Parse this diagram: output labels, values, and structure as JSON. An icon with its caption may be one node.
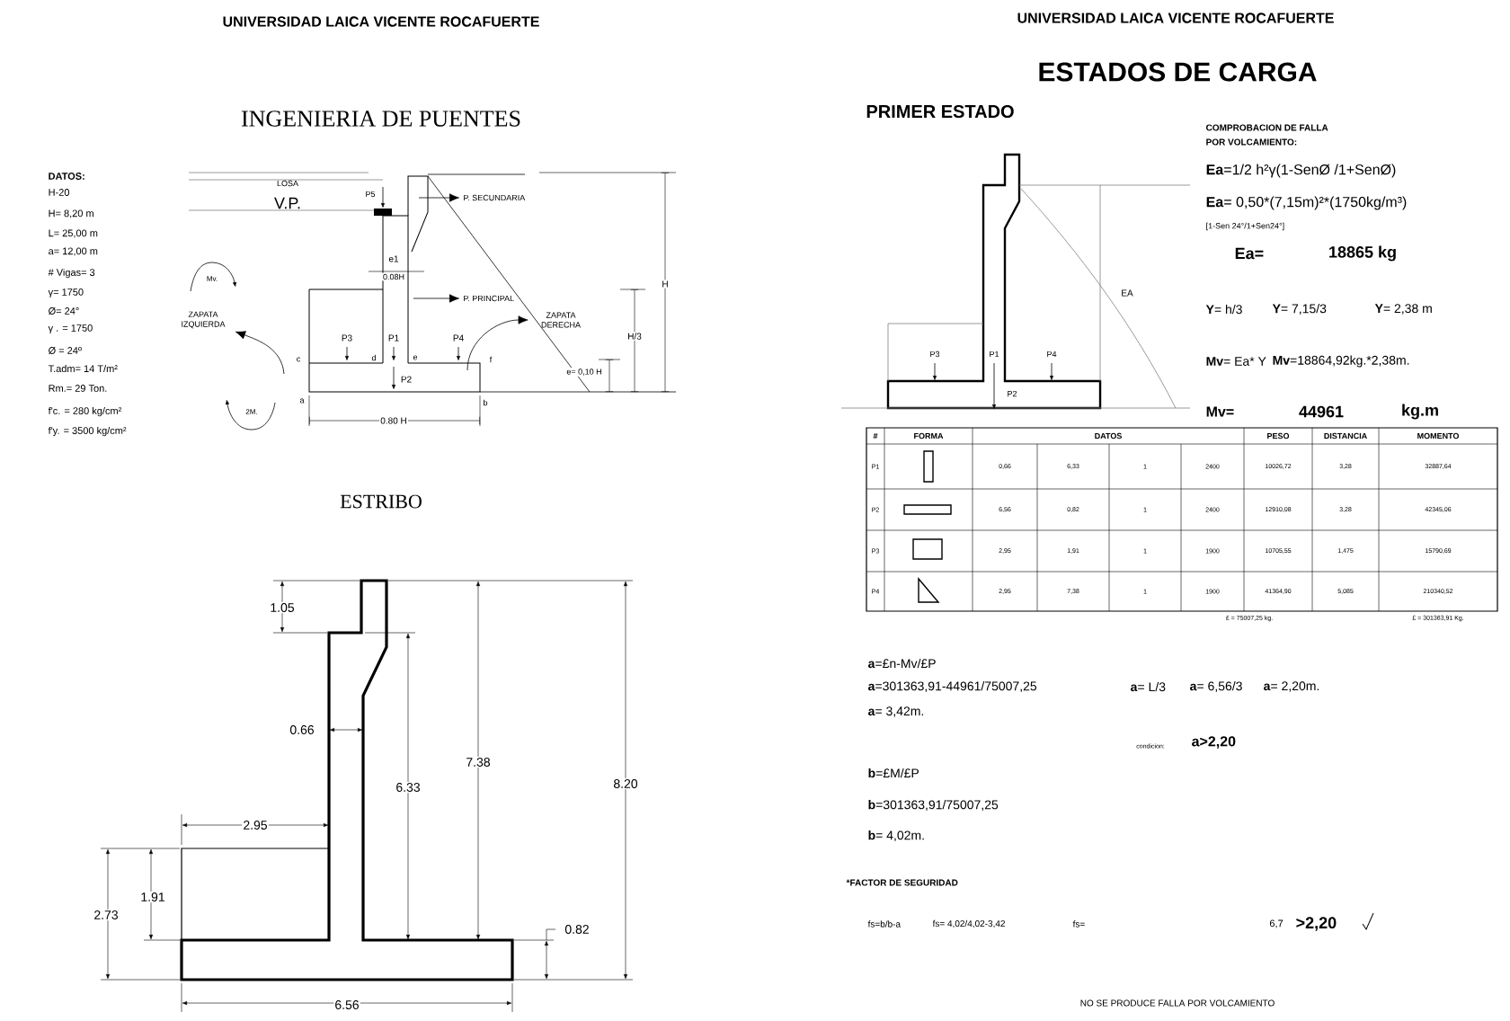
{
  "diagram": {
    "nodes": [
      {
        "text": [
          "P. SECUNDARIA"
        ]
      },
      {
        "text": [
          "P. PRINCIPAL"
        ]
      },
      {
        "text": [
          "ZAPATA IZQUIERDA"
        ]
      },
      {
        "text": [
          "ZAPATA DERECHA"
        ]
      }
    ],
    "edges": [
      {
        "from": null,
        "to": 0,
        "arrow": "to"
      },
      {
        "from": null,
        "to": 1,
        "arrow": "to"
      },
      {
        "from": null,
        "to": 2,
        "arrow": "to"
      },
      {
        "from": null,
        "to": 3,
        "arrow": "to"
      }
    ],
    "labels": [
      "UNIVERSIDAD LAICA VICENTE ROCAFUERTE",
      "INGENIERIA DE PUENTES",
      "DATOS:",
      "H-20",
      "H= 8,20 m",
      "L= 25,00 m",
      "a= 12,00 m",
      "# Vigas= 3",
      "γ= 1750",
      "Ø= 24°",
      "γ . = 1750",
      "Ø = 24º",
      "T.adm= 14 T/m²",
      "Rm.= 29 Ton.",
      "f'c. = 280 kg/cm²",
      "f'y. = 3500 kg/cm²",
      "LOSA",
      "V.P.",
      "P5",
      "Mv.",
      "e1",
      "0.08H",
      "P3",
      "P1",
      "P4",
      "c",
      "d",
      "e",
      "f",
      "P2",
      "a",
      "b",
      "2M.",
      "0.80 H",
      "e= 0,10 H",
      "H/3",
      "H",
      "ESTRIBO",
      "1.05",
      "0.66",
      "6.33",
      "7.38",
      "2.95",
      "1.91",
      "8.20",
      "2.73",
      "0.82",
      "6.56",
      "UNIVERSIDAD LAICA VICENTE ROCAFUERTE",
      "ESTADOS DE CARGA",
      "PRIMER ESTADO",
      "COMPROBACION DE FALLA",
      "POR VOLCAMIENTO:",
      "**Ea**=1/2 h²γ(1-SenØ /1+SenØ)",
      "**Ea**= 0,50*(7,15m)²*(1750kg/m³)",
      "[1-Sen 24°/1+Sen24°]",
      "Ea=",
      "18865 kg",
      "**Y**= h/3",
      "**Y**= 7,15/3",
      "**Y**= 2,38 m",
      "**Mv**= Ea* Y",
      "**Mv**=18864,92kg.*2,38m.",
      "Mv=",
      "44961",
      "kg.m",
      "EA",
      "P3",
      "P1",
      "P4",
      "P2",
      "#",
      "FORMA",
      "DATOS",
      "PESO",
      "DISTANCIA",
      "MOMENTO",
      "P1",
      "0,66",
      "6,33",
      "1",
      "2400",
      "10026,72",
      "3,28",
      "32887,64",
      "P2",
      "6,56",
      "0,82",
      "1",
      "2400",
      "12910,08",
      "3,28",
      "42345,06",
      "P3",
      "2,95",
      "1,91",
      "1",
      "1900",
      "10705,55",
      "1,475",
      "15790,69",
      "P4",
      "2,95",
      "7,38",
      "1",
      "1900",
      "41364,90",
      "5,085",
      "210340,52",
      "£ = 75007,25 kg.",
      "£ = 301363,91 Kg.",
      "**a**=£n-Mv/£P",
      "**a**=301363,91-44961/75007,25",
      "**a**= 3,42m.",
      "**a**= L/3",
      "**a**= 6,56/3",
      "**a**= 2,20m.",
      "condicion:",
      "a>2,20",
      "**b**=£M/£P",
      "**b**=301363,91/75007,25",
      "**b**= 4,02m.",
      "*FACTOR DE SEGURIDAD",
      "fs=b/b-a",
      "fs= 4,02/4,02-3,42",
      "fs=",
      "6,7",
      ">2,20",
      "NO SE PRODUCE FALLA POR VOLCAMIENTO"
    ]
  }
}
